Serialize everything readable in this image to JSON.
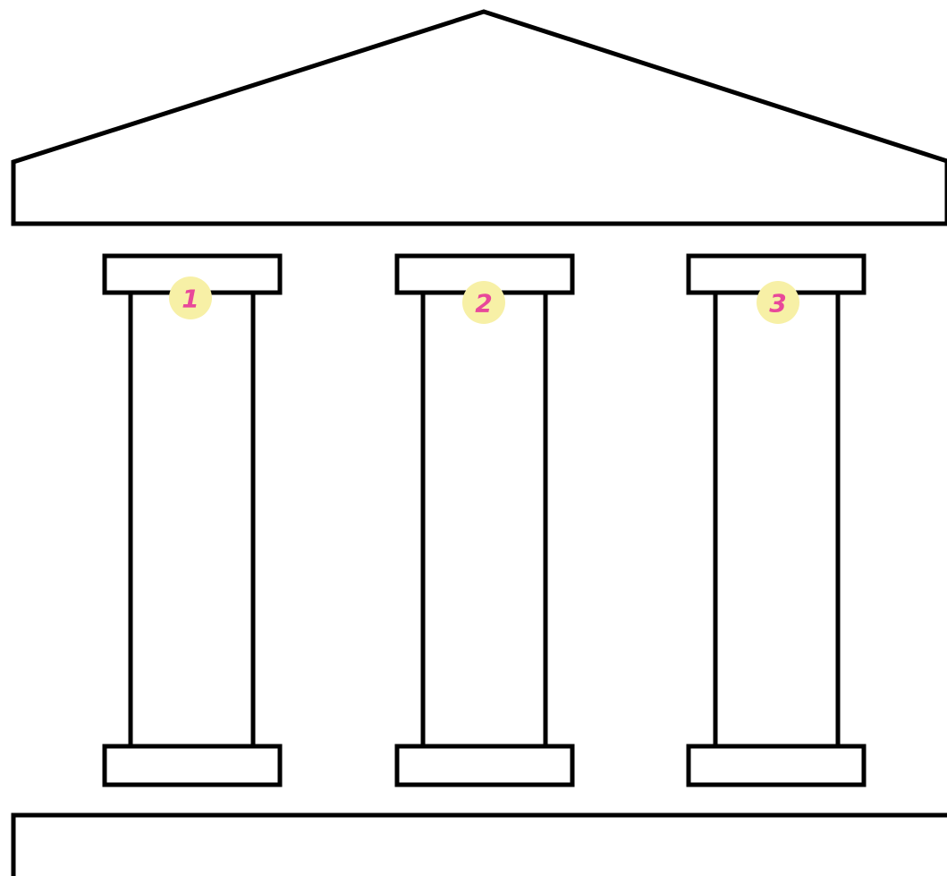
{
  "diagram": {
    "columns": [
      {
        "number": "1"
      },
      {
        "number": "2"
      },
      {
        "number": "3"
      }
    ]
  },
  "colors": {
    "outline": "#000000",
    "fill": "#ffffff",
    "badge_fill": "#f7f0a6",
    "badge_text": "#e8489a"
  }
}
